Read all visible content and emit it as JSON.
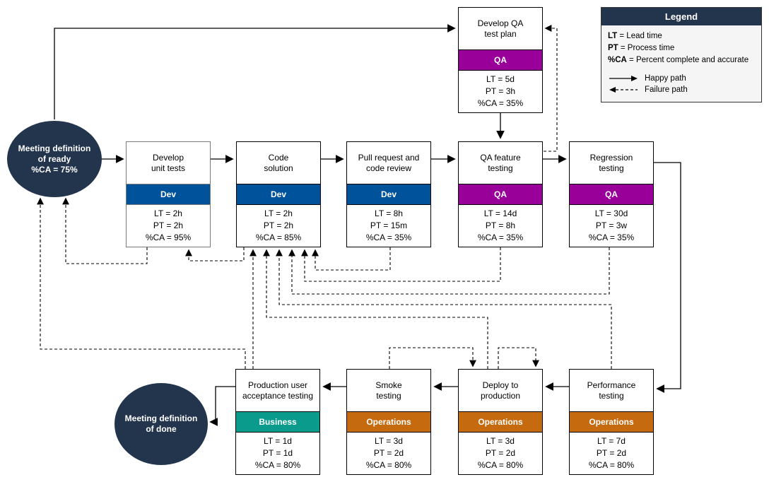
{
  "colors": {
    "dev": "#00529B",
    "qa": "#990099",
    "operations": "#C66A10",
    "business": "#0A9B8D",
    "terminal": "#22354C",
    "legend_bg": "#F5F5F5",
    "edge": "#000000"
  },
  "terminals": {
    "ready": {
      "line1": "Meeting definition",
      "line2": "of ready",
      "stat": "%CA = 75%"
    },
    "done": {
      "line1": "Meeting definition",
      "line2": "of done",
      "stat": ""
    }
  },
  "processes": [
    {
      "title1": "Develop QA",
      "title2": "test plan",
      "role": "QA",
      "lt": "LT = 5d",
      "pt": "PT = 3h",
      "ca": "%CA = 35%"
    },
    {
      "title1": "Develop",
      "title2": "unit tests",
      "role": "Dev",
      "lt": "LT = 2h",
      "pt": "PT = 2h",
      "ca": "%CA = 95%"
    },
    {
      "title1": "Code",
      "title2": "solution",
      "role": "Dev",
      "lt": "LT = 2h",
      "pt": "PT = 2h",
      "ca": "%CA = 85%"
    },
    {
      "title1": "Pull request and",
      "title2": "code review",
      "role": "Dev",
      "lt": "LT = 8h",
      "pt": "PT = 15m",
      "ca": "%CA = 35%"
    },
    {
      "title1": "QA feature",
      "title2": "testing",
      "role": "QA",
      "lt": "LT = 14d",
      "pt": "PT = 8h",
      "ca": "%CA = 35%"
    },
    {
      "title1": "Regression",
      "title2": "testing",
      "role": "QA",
      "lt": "LT = 30d",
      "pt": "PT = 3w",
      "ca": "%CA = 35%"
    },
    {
      "title1": "Production user",
      "title2": "acceptance testing",
      "role": "Business",
      "lt": "LT = 1d",
      "pt": "PT = 1d",
      "ca": "%CA = 80%"
    },
    {
      "title1": "Smoke",
      "title2": "testing",
      "role": "Operations",
      "lt": "LT = 3d",
      "pt": "PT = 2d",
      "ca": "%CA = 80%"
    },
    {
      "title1": "Deploy to",
      "title2": "production",
      "role": "Operations",
      "lt": "LT = 3d",
      "pt": "PT = 2d",
      "ca": "%CA = 80%"
    },
    {
      "title1": "Performance",
      "title2": "testing",
      "role": "Operations",
      "lt": "LT = 7d",
      "pt": "PT = 2d",
      "ca": "%CA = 80%"
    }
  ],
  "legend": {
    "title": "Legend",
    "items": [
      {
        "term": "LT",
        "rest": " = Lead time"
      },
      {
        "term": "PT",
        "rest": " = Process time"
      },
      {
        "term": "%CA",
        "rest": " = Percent complete and accurate"
      }
    ],
    "happy_label": "Happy path",
    "failure_label": "Failure path"
  }
}
